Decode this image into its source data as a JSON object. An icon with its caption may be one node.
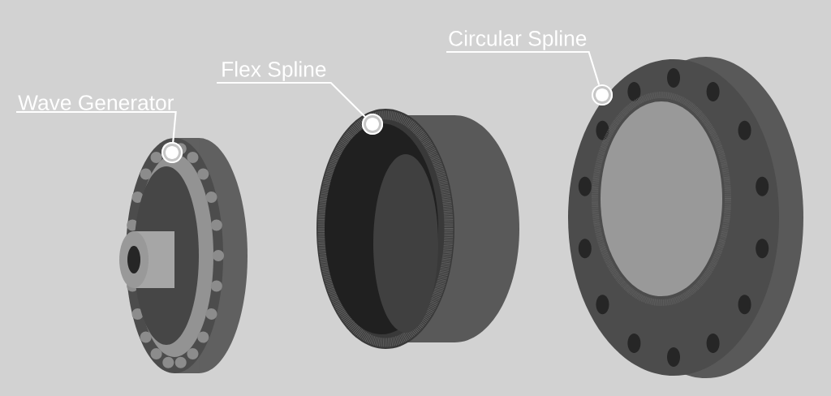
{
  "diagram": {
    "nodes": [
      {
        "text": [
          "Wave Generator"
        ]
      },
      {
        "text": [
          "Flex Spline"
        ]
      },
      {
        "text": [
          "Circular Spline"
        ]
      },
      {
        "text": [],
        "shape": "picture"
      },
      {
        "text": [],
        "shape": "picture"
      },
      {
        "text": [],
        "shape": "picture"
      }
    ],
    "edges": [
      {
        "from": 0,
        "to": 3,
        "arrow": "other"
      },
      {
        "from": 1,
        "to": 4,
        "arrow": "other"
      },
      {
        "from": 2,
        "to": 5,
        "arrow": "other"
      }
    ]
  }
}
